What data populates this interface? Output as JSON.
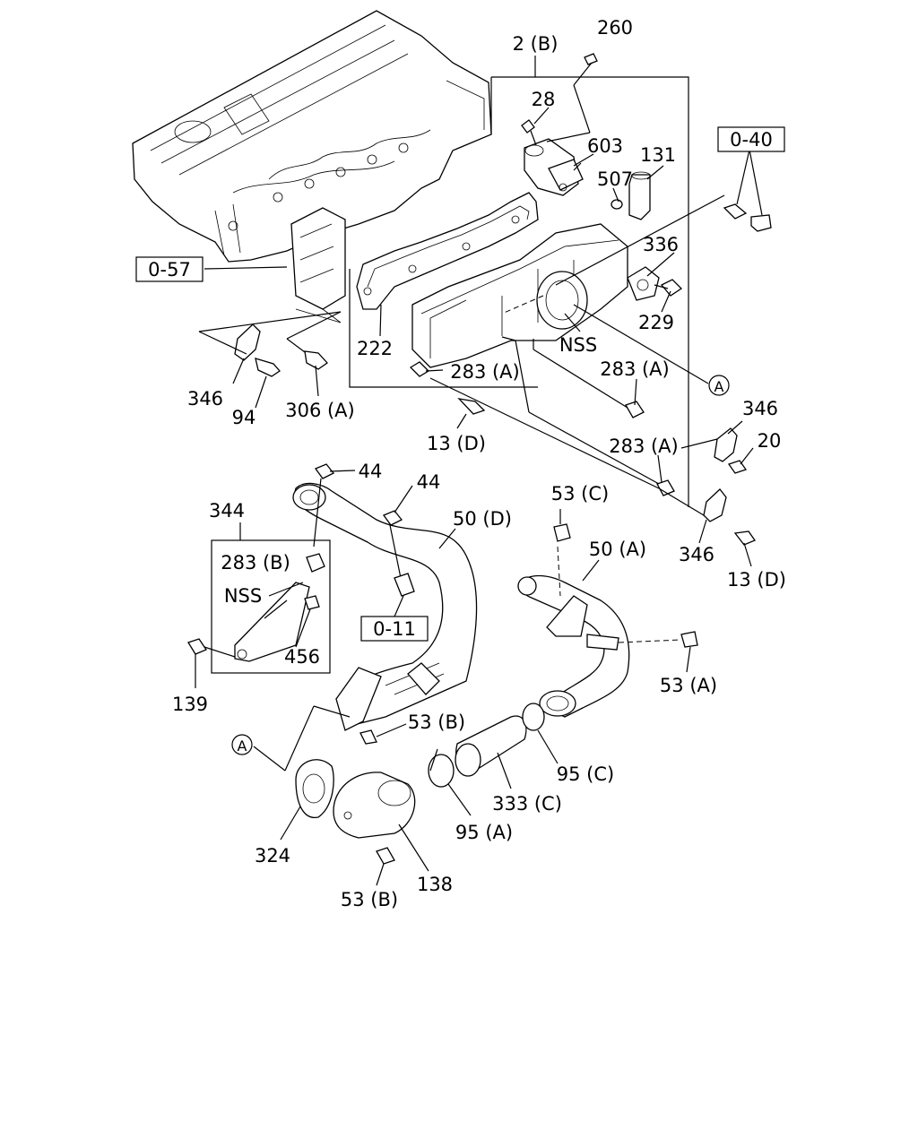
{
  "labels": {
    "p260": "260",
    "p2b": "2 (B)",
    "p28": "28",
    "p603": "603",
    "p131": "131",
    "p507": "507",
    "p336": "336",
    "p229": "229",
    "nss_top": "NSS",
    "p222": "222",
    "p283a_1": "283 (A)",
    "p283a_2": "283 (A)",
    "p283a_3": "283 (A)",
    "p346_1": "346",
    "p94": "94",
    "p306a": "306 (A)",
    "p13d_1": "13 (D)",
    "p346_2": "346",
    "p20": "20",
    "p346_3": "346",
    "p13d_2": "13 (D)",
    "p44_1": "44",
    "p44_2": "44",
    "p344": "344",
    "p283b": "283 (B)",
    "nss_bracket": "NSS",
    "p456": "456",
    "p139": "139",
    "p50d": "50 (D)",
    "p53c": "53 (C)",
    "p50a": "50 (A)",
    "p53a": "53 (A)",
    "p53b_1": "53 (B)",
    "p95c": "95 (C)",
    "p333c": "333 (C)",
    "p95a": "95 (A)",
    "p324": "324",
    "p138": "138",
    "p53b_2": "53 (B)"
  },
  "refs": {
    "r040": "0-40",
    "r057": "0-57",
    "r011": "0-11"
  },
  "callouts": {
    "a_right": "A",
    "a_left": "A"
  }
}
